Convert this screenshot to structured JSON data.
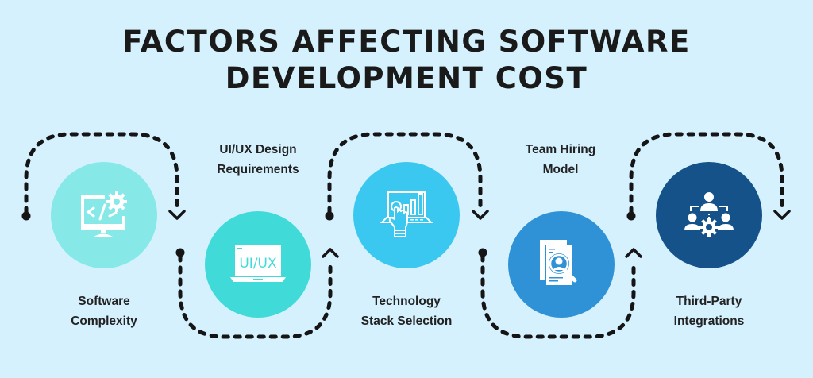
{
  "title": {
    "line1": "FACTORS AFFECTING SOFTWARE",
    "line2": "DEVELOPMENT COST"
  },
  "steps": [
    {
      "label_line1": "Software",
      "label_line2": "Complexity",
      "icon": "code-monitor-gear-icon",
      "color": "#86e9e8",
      "label_position": "below"
    },
    {
      "label_line1": "UI/UX Design",
      "label_line2": "Requirements",
      "icon": "uiux-laptop-icon",
      "icon_text": "UI/UX",
      "color": "#40dbd8",
      "label_position": "above"
    },
    {
      "label_line1": "Technology",
      "label_line2": "Stack Selection",
      "icon": "hand-touch-chart-laptop-icon",
      "color": "#3bc8f0",
      "label_position": "below"
    },
    {
      "label_line1": "Team Hiring",
      "label_line2": "Model",
      "icon": "resume-search-icon",
      "color": "#2f92d6",
      "label_position": "above"
    },
    {
      "label_line1": "Third-Party",
      "label_line2": "Integrations",
      "icon": "team-gear-network-icon",
      "color": "#15528a",
      "label_position": "below"
    }
  ],
  "colors": {
    "background": "#d4f1fd",
    "text": "#1a1a1a",
    "dash": "#151515"
  }
}
